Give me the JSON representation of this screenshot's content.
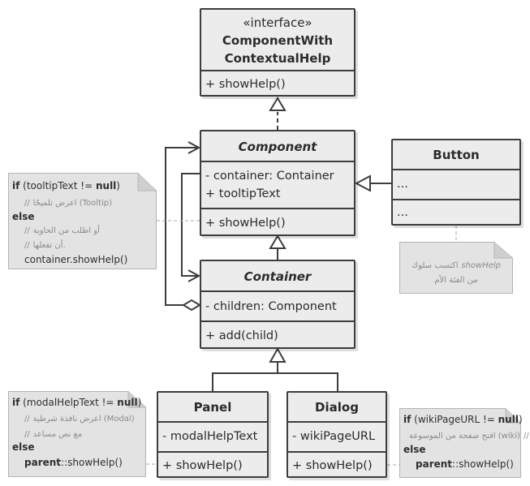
{
  "interface": {
    "stereotype": "«interface»",
    "name_line1": "ComponentWith",
    "name_line2": "ContextualHelp",
    "method": "+ showHelp()"
  },
  "component": {
    "name": "Component",
    "field1": "- container: Container",
    "field2": "+ tooltipText",
    "method": "+ showHelp()"
  },
  "container": {
    "name": "Container",
    "field": "- children: Component",
    "method": "+ add(child)"
  },
  "button": {
    "name": "Button",
    "fields": "...",
    "methods": "..."
  },
  "panel": {
    "name": "Panel",
    "field": "- modalHelpText",
    "method": "+ showHelp()"
  },
  "dialog": {
    "name": "Dialog",
    "field": "- wikiPageURL",
    "method": "+ showHelp()"
  },
  "note_component": {
    "l1_kw": "if",
    "l1_a": " (tooltipText != ",
    "l1_null": "null",
    "l1_b": ")",
    "l2_cm": "//",
    "l2_ar": "اعرض تلميحًا (Tooltip)",
    "l3_kw": "else",
    "l4_cm": "//",
    "l4_ar": "أو اطلب من الحاوية",
    "l5_cm": "//",
    "l5_ar": "أن تفعلها.",
    "l6": "container.showHelp()"
  },
  "note_button": {
    "l1_code": "showHelp",
    "l1_ar": "اكتسب سلوك",
    "l2_ar": "من الفئة الأم"
  },
  "note_panel": {
    "l1_kw": "if",
    "l1_a": " (modalHelpText != ",
    "l1_null": "null",
    "l1_b": ")",
    "l2_cm": "//",
    "l2_ar": "اعرض نافذة شرطية (Modal)",
    "l3_cm": "//",
    "l3_ar": "مع نص مساعد",
    "l4_kw": "else",
    "l5_kw": "parent",
    "l5_rest": "::showHelp()"
  },
  "note_dialog": {
    "l1_kw": "if",
    "l1_a": " (wikiPageURL != ",
    "l1_null": "null",
    "l1_b": ")",
    "l2_cm": "//",
    "l2_ar": "افتح صفحة من الموسوعة (wiki)",
    "l3_kw": "else",
    "l4_kw": "parent",
    "l4_rest": "::showHelp()"
  }
}
